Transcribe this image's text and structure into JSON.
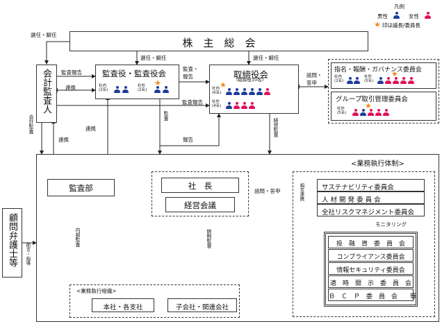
{
  "legend": {
    "title": "凡例",
    "male": "男性",
    "female": "女性",
    "star_note": "印は議長/委員長"
  },
  "shareholders": "株　主　総　会",
  "auditor": "会計監査人",
  "audit_board": "監査役・監査役会",
  "audit_internal": "社内\n(2名)",
  "audit_external": "社外\n(2名)",
  "board": {
    "title": "取締役会",
    "sub": "(取締役10名)",
    "internal": "社内\n(6名)",
    "external": "社外\n(4名)"
  },
  "committee1": {
    "title": "指名・報酬・ガバナンス委員会",
    "internal": "社内\n(2名)",
    "external": "社外\n(5名)"
  },
  "committee2": {
    "title": "グループ取引管理委員会",
    "external": "社外\n(5名)"
  },
  "edges": {
    "elect1": "選任・解任",
    "elect2": "選任・解任",
    "elect3": "選任・解任",
    "audit_report": "監査報告",
    "cooperate1": "連携",
    "audit_report2": "監査・\n報告",
    "audit_report3": "監査報告",
    "consult": "諮問・\n答申",
    "accounting_audit": "会計監査",
    "cooperate2": "連携",
    "cooperate3": "連携",
    "audit": "監査",
    "report": "報告",
    "supervise": "経営監督",
    "consult2": "諮問・答申",
    "mutual": "相互連携",
    "internal_audit": "内部監査",
    "control": "統制監督",
    "monitoring": "モニタリング",
    "advice": "助言・指導"
  },
  "exec_title": "<業務執行体制>",
  "audit_dept": "監査部",
  "president": "社　長",
  "mgmt_council": "経営会議",
  "exec_committees": [
    "サステナビリティ委員会",
    "人 材 開 発 委 員 会",
    "全社リスクマネジメント委員会"
  ],
  "sub_committees": [
    "投　融　資　委　員　会",
    "コンプライアンス委員会",
    "情報セキュリティ委員会",
    "適　時　開　示　委　員　会",
    "Ｂ　Ｃ　Ｐ　委　員　会　　等"
  ],
  "exec_org_title": "<業務執行組織>",
  "hq": "本社・各支社",
  "subsidiaries": "子会社・関連会社",
  "lawyer": "顧問弁護士等"
}
